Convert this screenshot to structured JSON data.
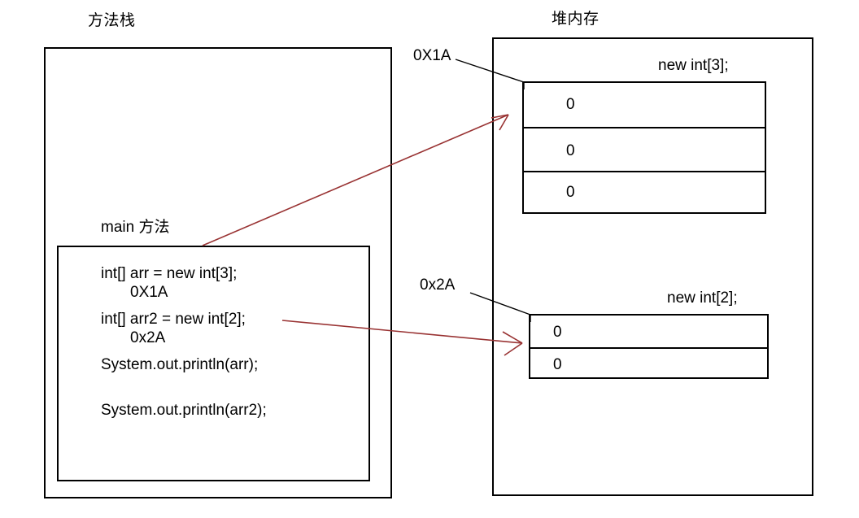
{
  "diagram": {
    "stack": {
      "title": "方法栈",
      "frame_label": "main 方法",
      "code_lines": [
        {
          "text": "int[] arr = new int[3];",
          "address": "0X1A"
        },
        {
          "text": "int[] arr2 = new int[2];",
          "address": "0x2A"
        },
        {
          "text": "System.out.println(arr);",
          "address": ""
        },
        {
          "text": "System.out.println(arr2);",
          "address": ""
        }
      ]
    },
    "heap": {
      "title": "堆内存",
      "arrays": [
        {
          "address_tag": "0X1A",
          "label": "new int[3];",
          "cells": [
            "0",
            "0",
            "0"
          ]
        },
        {
          "address_tag": "0x2A",
          "label": "new int[2];",
          "cells": [
            "0",
            "0"
          ]
        }
      ]
    },
    "colors": {
      "line": "#000000",
      "reference_arrow": "#993333"
    }
  }
}
